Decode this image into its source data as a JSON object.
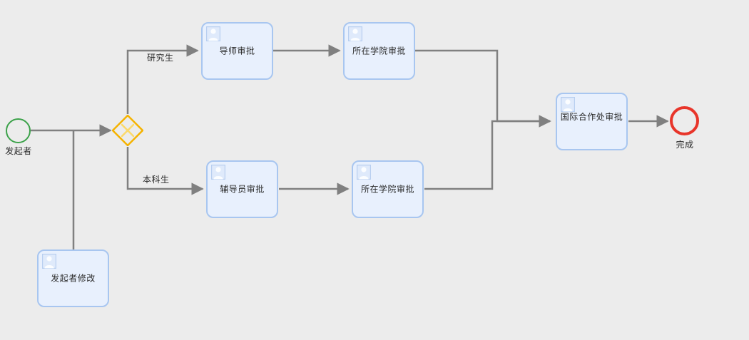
{
  "diagram": {
    "type": "bpmn-workflow",
    "background_color": "#ececec",
    "connector_color": "#808080",
    "task_fill": "#e8f0fd",
    "task_stroke": "#a8c6f0",
    "gateway_stroke": "#f5b301",
    "start_stroke": "#3ca24a",
    "end_stroke": "#e8352a"
  },
  "events": {
    "start": {
      "name": "start-event",
      "label": "发起者"
    },
    "end": {
      "name": "end-event",
      "label": "完成"
    }
  },
  "gateway": {
    "name": "exclusive-gateway",
    "symbol": "X",
    "label": ""
  },
  "tasks": [
    {
      "id": "advisor-approval",
      "label": "导师审批",
      "icon": "user-icon"
    },
    {
      "id": "college-approval-1",
      "label": "所在学院审批",
      "icon": "user-icon"
    },
    {
      "id": "counselor-approval",
      "label": "辅导员审批",
      "icon": "user-icon"
    },
    {
      "id": "college-approval-2",
      "label": "所在学院审批",
      "icon": "user-icon"
    },
    {
      "id": "intl-coop-approval",
      "label": "国际合作处审批",
      "icon": "user-icon"
    },
    {
      "id": "initiator-revision",
      "label": "发起者修改",
      "icon": "user-icon"
    }
  ],
  "edge_labels": {
    "graduate": "研究生",
    "undergraduate": "本科生"
  }
}
